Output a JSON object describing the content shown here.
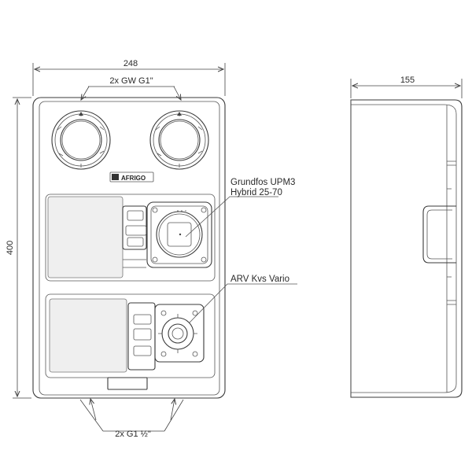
{
  "front_view": {
    "width_dimension": "248",
    "height_dimension": "400",
    "top_connection_label": "2x GW G1\"",
    "bottom_connection_label": "2x G1 ½\"",
    "brand_logo_text": "AFRIGO",
    "pump_label_line1": "Grundfos UPM3",
    "pump_label_line2": "Hybrid 25-70",
    "valve_label": "ARV Kvs Vario"
  },
  "side_view": {
    "depth_dimension": "155"
  },
  "colors": {
    "line": "#3a3a3a",
    "insulation_fill": "#efefef",
    "background": "#ffffff"
  }
}
